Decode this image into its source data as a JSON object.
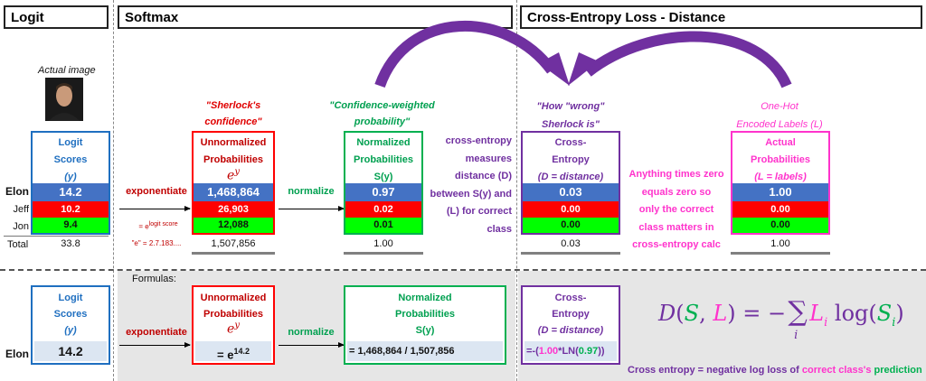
{
  "headers": {
    "logit": "Logit",
    "softmax": "Softmax",
    "xent": "Cross-Entropy Loss - Distance"
  },
  "actual_image_label": "Actual image",
  "rows": [
    "Elon",
    "Jeff",
    "Jon"
  ],
  "total_label": "Total",
  "colors": {
    "blue": "#4472c4",
    "red": "#ff0000",
    "green": "#00ff00",
    "purple": "#7030a0",
    "pink": "#ff33cc",
    "darkgreen": "#00b050",
    "navy": "#1f6fc0"
  },
  "logit": {
    "head": [
      "Logit",
      "Scores",
      "(y)"
    ],
    "values": [
      "14.2",
      "10.2",
      "9.4"
    ],
    "total": "33.8"
  },
  "unnorm": {
    "quote": [
      "\"Sherlock's",
      "confidence\""
    ],
    "head": [
      "Unnormalized",
      "Probabilities"
    ],
    "exp": "e",
    "exp_sup": "y",
    "values": [
      "1,468,864",
      "26,903",
      "12,088"
    ],
    "total": "1,507,856",
    "note_e1": "= e",
    "note_e1_sup": "logit score",
    "note_e2": "\"e\" = 2.7.183...."
  },
  "norm": {
    "quote": [
      "\"Confidence-weighted",
      "probability\""
    ],
    "head": [
      "Normalized",
      "Probabilities",
      "S(y)"
    ],
    "values": [
      "0.97",
      "0.02",
      "0.01"
    ],
    "total": "1.00"
  },
  "exponentiate": "exponentiate",
  "normalize": "normalize",
  "xent_desc": [
    "cross-entropy",
    "measures",
    "distance (D)",
    "between S(y) and",
    "(L) for correct",
    "class"
  ],
  "ce": {
    "quote": [
      "\"How \"wrong\"",
      "Sherlock is\""
    ],
    "head": [
      "Cross-",
      "Entropy",
      "(D = distance)"
    ],
    "values": [
      "0.03",
      "0.00",
      "0.00"
    ],
    "total": "0.03"
  },
  "times_zero": [
    "Anything times zero",
    "equals zero so",
    "only the correct",
    "class matters in",
    "cross-entropy calc"
  ],
  "onehot": {
    "quote": [
      "One-Hot",
      "Encoded Labels (L)"
    ],
    "head": [
      "Actual",
      "Probabilities",
      "(L = labels)"
    ],
    "values": [
      "1.00",
      "0.00",
      "0.00"
    ],
    "total": "1.00"
  },
  "formulas_label": "Formulas:",
  "bottom": {
    "elon": "Elon",
    "logit_val": "14.2",
    "unnorm_formula": "= e",
    "unnorm_formula_sup": "14.2",
    "norm_formula": "= 1,468,864 / 1,507,856",
    "ce_formula_pre": "=-(",
    "ce_formula_l": "1.00",
    "ce_formula_mid": "*LN(",
    "ce_formula_s": "0.97",
    "ce_formula_post": "))",
    "caption_1": "Cross entropy = negative log loss of ",
    "caption_2": "correct class's",
    "caption_3": " prediction"
  },
  "equation": {
    "lhs_D": "D",
    "lhs_open": "(",
    "lhs_S": "S",
    "lhs_comma": ", ",
    "lhs_L": "L",
    "lhs_close": ")",
    "eq": " = −",
    "sum": "∑",
    "sub": "i",
    "L": "L",
    "Li_sub": "i",
    "log": "log(",
    "S": "S",
    "Si_sub": "i",
    "close": ")"
  }
}
